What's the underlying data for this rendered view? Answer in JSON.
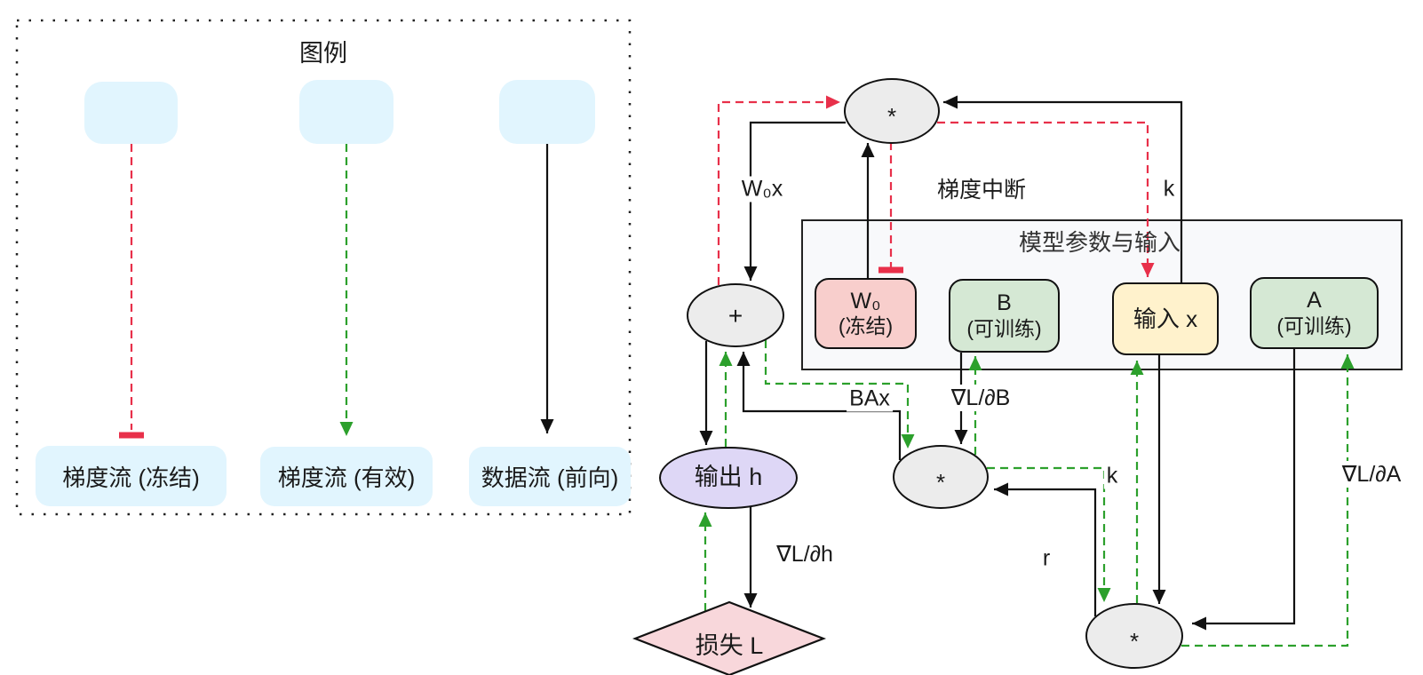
{
  "legend": {
    "title": "图例",
    "items": [
      {
        "label": "梯度流 (冻结)",
        "line_style": "dashed",
        "color": "#e8304a",
        "end": "tee"
      },
      {
        "label": "梯度流 (有效)",
        "line_style": "dashed",
        "color": "#2ca02c",
        "end": "arrow"
      },
      {
        "label": "数据流 (前向)",
        "line_style": "solid",
        "color": "#111111",
        "end": "arrow"
      }
    ]
  },
  "diagram": {
    "group_label": "模型参数与输入",
    "nodes": {
      "mul_top": {
        "label": "*"
      },
      "add": {
        "label": "+"
      },
      "mul_mid": {
        "label": "*"
      },
      "mul_bot": {
        "label": "*"
      },
      "w0": {
        "title": "W₀",
        "subtitle": "(冻结)"
      },
      "b": {
        "title": "B",
        "subtitle": "(可训练)"
      },
      "x": {
        "label": "输入 x"
      },
      "a": {
        "title": "A",
        "subtitle": "(可训练)"
      },
      "h": {
        "label": "输出 h"
      },
      "loss": {
        "label": "损失 L"
      }
    },
    "edge_labels": {
      "w0x": "W₀x",
      "grad_break": "梯度中断",
      "k_top": "k",
      "bax": "BAx",
      "grad_b": "∇L/∂B",
      "grad_h": "∇L/∂h",
      "k_inner": "k",
      "r": "r",
      "grad_a": "∇L/∂A"
    },
    "colors": {
      "frozen_grad": "#e8304a",
      "active_grad": "#2ca02c",
      "data_flow": "#111111",
      "node_fill": "#ececec",
      "frozen_fill": "#f8cecc",
      "trainable_fill": "#d5e8d4",
      "input_fill": "#fff2cc",
      "output_fill": "#ded7f6",
      "loss_fill": "#f8d7db",
      "legend_swatch": "#e1f5fe"
    }
  }
}
